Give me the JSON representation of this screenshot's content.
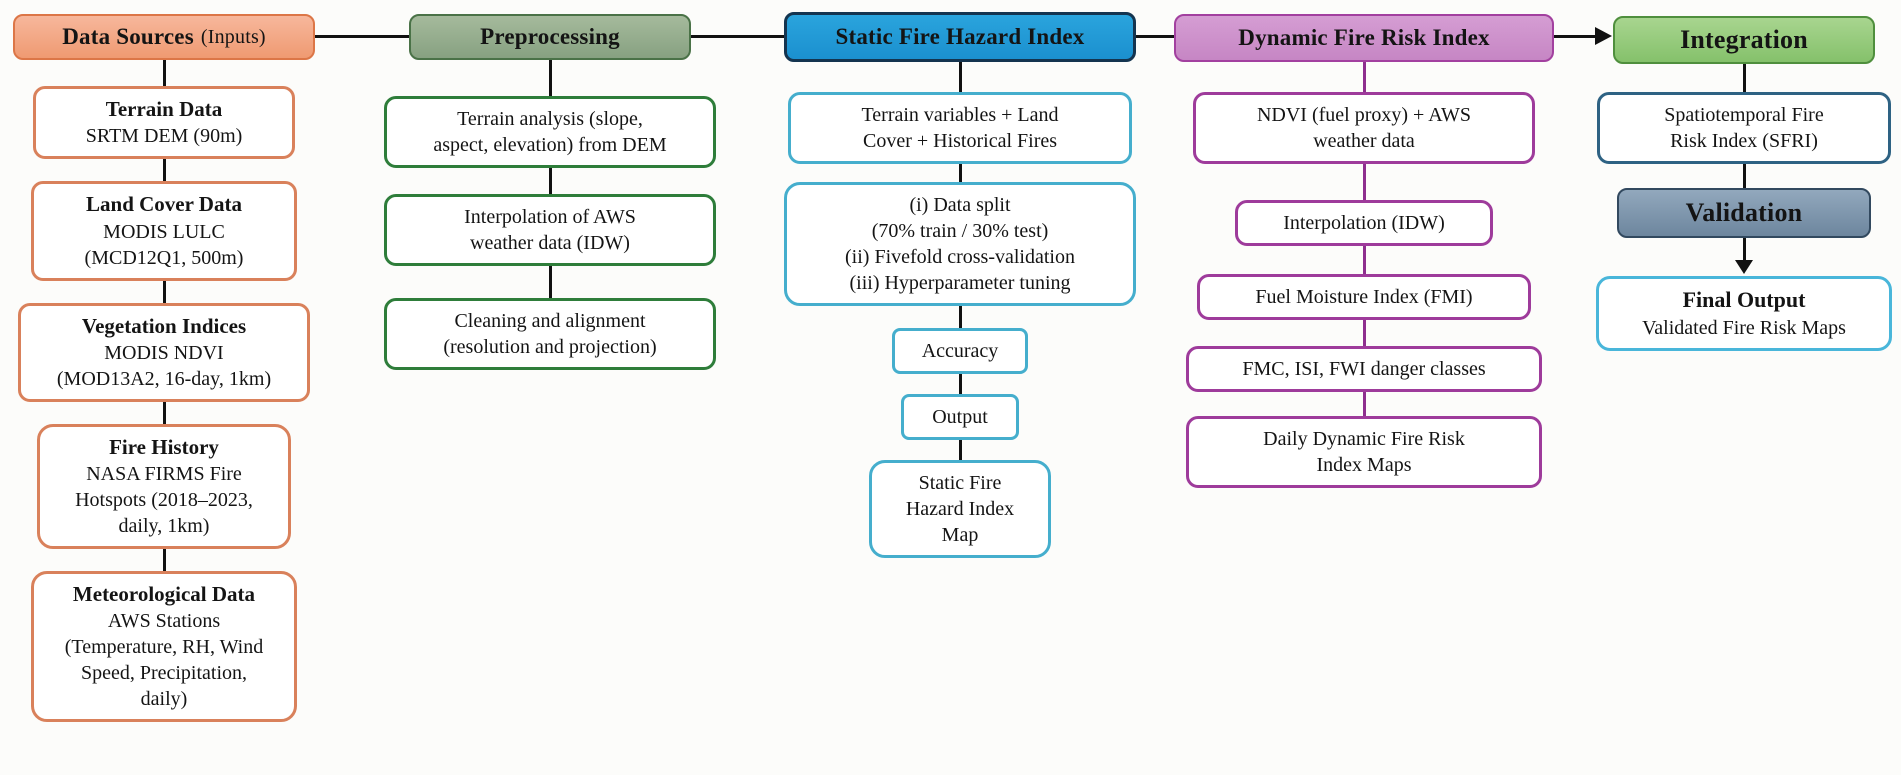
{
  "colors": {
    "line": "#111111",
    "arrow": "#111111",
    "sfriBorder": "#2e6283",
    "finalBorder": "#49b6da",
    "c1": {
      "head1": "#f7b79c",
      "head2": "#ef9a72",
      "headBorder": "#dc7647",
      "boxBorder": "#d9815b",
      "line": "#111111"
    },
    "c2": {
      "head1": "#a5ba9c",
      "head2": "#87a181",
      "headBorder": "#4a7247",
      "boxBorder": "#2e7d3a",
      "line": "#111111"
    },
    "c3": {
      "head1": "#2aa4dd",
      "head2": "#1b90cf",
      "headBorder": "#14344f",
      "boxBorder": "#45aecd",
      "line": "#111111"
    },
    "c4": {
      "head1": "#d59dd3",
      "head2": "#c686c4",
      "headBorder": "#a2409f",
      "boxBorder": "#9e3b9b",
      "line": "#8e2f8e"
    },
    "c5i": {
      "head1": "#a8d58f",
      "head2": "#85c16b",
      "headBorder": "#4f8f3d"
    },
    "c5v": {
      "head1": "#92a8bd",
      "head2": "#6d869e",
      "headBorder": "#32495f"
    }
  },
  "columns": [
    {
      "key": "data_sources",
      "header": {
        "title": "Data Sources",
        "note": "(Inputs)"
      },
      "boxes": [
        {
          "title": "Terrain Data",
          "lines": [
            "SRTM DEM (90m)"
          ]
        },
        {
          "title": "Land Cover Data",
          "lines": [
            "MODIS LULC",
            "(MCD12Q1, 500m)"
          ]
        },
        {
          "title": "Vegetation Indices",
          "lines": [
            "MODIS NDVI",
            "(MOD13A2, 16-day, 1km)"
          ]
        },
        {
          "title": "Fire History",
          "lines": [
            "NASA FIRMS Fire",
            "Hotspots (2018–2023,",
            "daily, 1km)"
          ]
        },
        {
          "title": "Meteorological Data",
          "lines": [
            "AWS Stations",
            "(Temperature, RH, Wind",
            "Speed, Precipitation,",
            "daily)"
          ]
        }
      ]
    },
    {
      "key": "preprocessing",
      "header": {
        "title": "Preprocessing"
      },
      "boxes": [
        {
          "lines": [
            "Terrain analysis (slope,",
            "aspect, elevation) from DEM"
          ]
        },
        {
          "lines": [
            "Interpolation of AWS",
            "weather data (IDW)"
          ]
        },
        {
          "lines": [
            "Cleaning and alignment",
            "(resolution and projection)"
          ]
        }
      ]
    },
    {
      "key": "static_fire_hazard_index",
      "header": {
        "title": "Static Fire Hazard Index"
      },
      "boxes": [
        {
          "lines": [
            "Terrain variables + Land",
            "Cover + Historical Fires"
          ]
        },
        {
          "lines": [
            "(i) Data split",
            "(70% train / 30% test)",
            "(ii) Fivefold cross-validation",
            "(iii) Hyperparameter tuning"
          ]
        },
        {
          "lines": [
            "Accuracy"
          ]
        },
        {
          "lines": [
            "Output"
          ]
        },
        {
          "lines": [
            "Static Fire",
            "Hazard Index",
            "Map"
          ]
        }
      ]
    },
    {
      "key": "dynamic_fire_risk_index",
      "header": {
        "title": "Dynamic Fire Risk Index"
      },
      "boxes": [
        {
          "lines": [
            "NDVI (fuel proxy) + AWS",
            "weather data"
          ]
        },
        {
          "lines": [
            "Interpolation (IDW)"
          ]
        },
        {
          "lines": [
            "Fuel Moisture Index (FMI)"
          ]
        },
        {
          "lines": [
            "FMC, ISI, FWI danger classes"
          ]
        },
        {
          "lines": [
            "Daily Dynamic Fire Risk",
            "Index Maps"
          ]
        }
      ]
    },
    {
      "key": "integration_validation",
      "header": {
        "title": "Integration"
      },
      "boxes": [
        {
          "lines": [
            "Spatiotemporal Fire",
            "Risk Index (SFRI)"
          ]
        }
      ],
      "header2": {
        "title": "Validation"
      },
      "final_box": {
        "title": "Final Output",
        "lines": [
          "Validated Fire Risk Maps"
        ]
      }
    }
  ]
}
